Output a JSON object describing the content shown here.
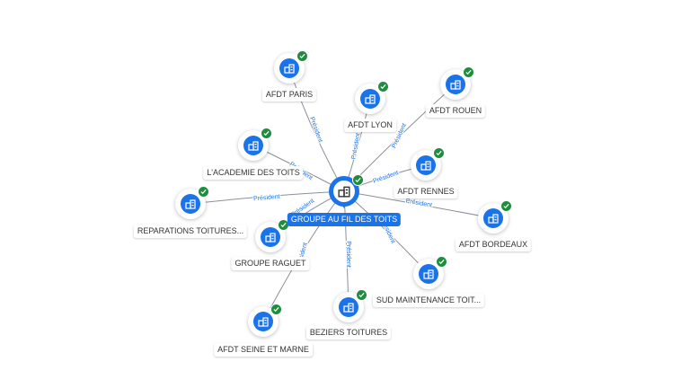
{
  "center": {
    "label": "GROUPE AU FIL DES TOITS",
    "icon": "building-icon",
    "verified": true
  },
  "relation_label": "Président",
  "nodes": [
    {
      "id": "afdt-paris",
      "label": "AFDT PARIS",
      "icon": "building-icon",
      "verified": true
    },
    {
      "id": "afdt-lyon",
      "label": "AFDT LYON",
      "icon": "building-icon",
      "verified": true
    },
    {
      "id": "afdt-rouen",
      "label": "AFDT ROUEN",
      "icon": "building-icon",
      "verified": true
    },
    {
      "id": "academie",
      "label": "L'ACADEMIE DES TOITS",
      "icon": "building-icon",
      "verified": true
    },
    {
      "id": "afdt-rennes",
      "label": "AFDT RENNES",
      "icon": "building-icon",
      "verified": true
    },
    {
      "id": "reparations",
      "label": "REPARATIONS TOITURES...",
      "icon": "building-icon",
      "verified": true
    },
    {
      "id": "afdt-bordeaux",
      "label": "AFDT BORDEAUX",
      "icon": "building-icon",
      "verified": true
    },
    {
      "id": "groupe-raguet",
      "label": "GROUPE RAGUET",
      "icon": "building-icon",
      "verified": true
    },
    {
      "id": "sud-maintenance",
      "label": "SUD MAINTENANCE TOIT...",
      "icon": "building-icon",
      "verified": true
    },
    {
      "id": "beziers",
      "label": "BEZIERS TOITURES",
      "icon": "building-icon",
      "verified": true
    },
    {
      "id": "afdt-seine-marne",
      "label": "AFDT SEINE ET MARNE",
      "icon": "building-icon",
      "verified": true
    }
  ],
  "colors": {
    "edge": "#8a8f98",
    "edge_label": "#1a73e8",
    "node_fill": "#1a73e8",
    "verified": "#1e8e3e"
  }
}
